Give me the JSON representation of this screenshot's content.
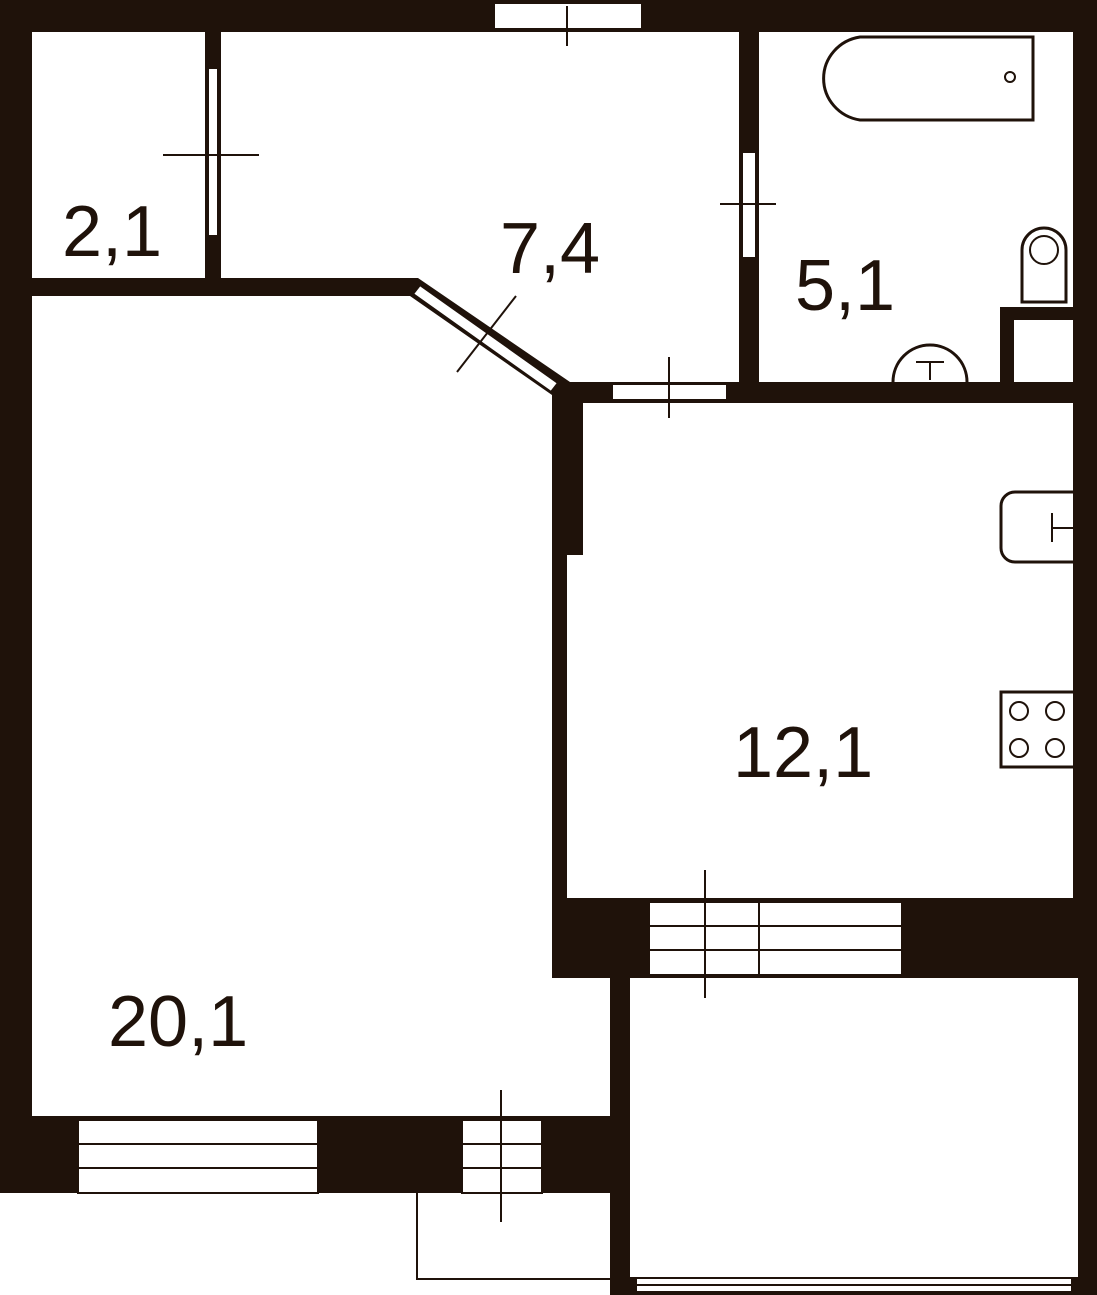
{
  "rooms": {
    "closet": "2,1",
    "hall": "7,4",
    "bathroom": "5,1",
    "kitchen": "12,1",
    "living_room": "20,1"
  },
  "colors": {
    "wall": "#1f120a",
    "background": "#ffffff"
  }
}
